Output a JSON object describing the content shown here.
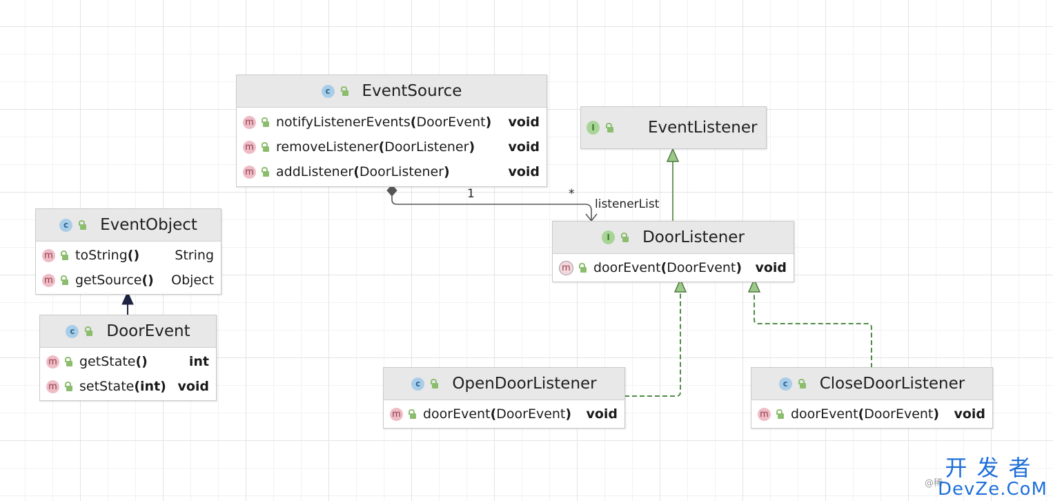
{
  "classes": {
    "event_source": {
      "name": "EventSource",
      "methods": [
        {
          "name": "notifyListenerEvents",
          "param": "DoorEvent",
          "return": "void"
        },
        {
          "name": "removeListener",
          "param": "DoorListener",
          "return": "void"
        },
        {
          "name": "addListener",
          "param": "DoorListener",
          "return": "void"
        }
      ]
    },
    "event_listener": {
      "name": "EventListener"
    },
    "event_object": {
      "name": "EventObject",
      "methods": [
        {
          "name": "toString",
          "param": "",
          "return": "String"
        },
        {
          "name": "getSource",
          "param": "",
          "return": "Object"
        }
      ]
    },
    "door_event": {
      "name": "DoorEvent",
      "methods": [
        {
          "name": "getState",
          "param": "",
          "return": "int"
        },
        {
          "name": "setState",
          "param": "int",
          "return": "void"
        }
      ]
    },
    "door_listener": {
      "name": "DoorListener",
      "methods": [
        {
          "name": "doorEvent",
          "param": "DoorEvent",
          "return": "void"
        }
      ]
    },
    "open_door_listener": {
      "name": "OpenDoorListener",
      "methods": [
        {
          "name": "doorEvent",
          "param": "DoorEvent",
          "return": "void"
        }
      ]
    },
    "close_door_listener": {
      "name": "CloseDoorListener",
      "methods": [
        {
          "name": "doorEvent",
          "param": "DoorEvent",
          "return": "void"
        }
      ]
    }
  },
  "badges": {
    "class": "c",
    "interface": "I",
    "method": "m"
  },
  "association": {
    "source_multiplicity": "1",
    "target_multiplicity": "*",
    "role": "listenerList"
  },
  "watermark": {
    "at": "@稀",
    "cn": "开发者",
    "en": "DevZe.CoM"
  },
  "colors": {
    "header_bg": "#e8e8e8",
    "class_badge": "#a9cde8",
    "interface_badge": "#a9d497",
    "method_badge": "#efbcc6",
    "lock": "#8cbd6e",
    "extends_line": "#6f9a5c",
    "implements_line": "#4f8a46",
    "association_line": "#555555",
    "inherit_arrow": "#1d2340",
    "watermark": "#1e6fd9"
  }
}
